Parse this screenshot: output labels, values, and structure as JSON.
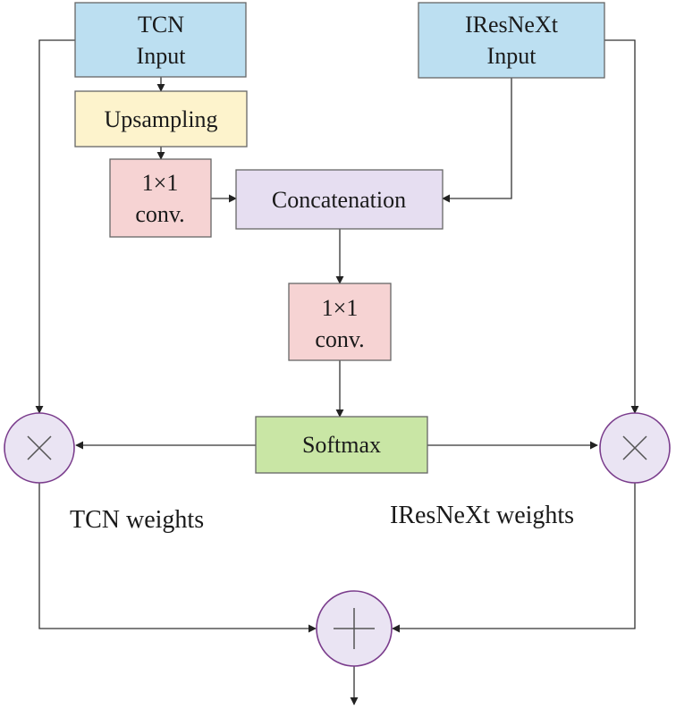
{
  "nodes": {
    "tcn_input": [
      "TCN",
      "Input"
    ],
    "iresnext_input": [
      "IResNeXt",
      "Input"
    ],
    "upsampling": "Upsampling",
    "conv_a": [
      "1×1",
      "conv."
    ],
    "concatenation": "Concatenation",
    "conv_b": [
      "1×1",
      "conv."
    ],
    "softmax": "Softmax"
  },
  "labels": {
    "tcn_weights": "TCN weights",
    "iresnext_weights": "IResNeXt weights"
  },
  "colors": {
    "input_fill": "#bcdff1",
    "upsampling_fill": "#fdf3cc",
    "conv_fill": "#f6d3d3",
    "concat_fill": "#e6def1",
    "softmax_fill": "#c9e6a5",
    "operator_fill": "#eae4f3",
    "operator_stroke": "#7a3c8c",
    "box_stroke": "#666666",
    "line": "#333333"
  },
  "icons": {
    "multiply_left": "multiply-icon",
    "multiply_right": "multiply-icon",
    "add": "plus-icon"
  }
}
